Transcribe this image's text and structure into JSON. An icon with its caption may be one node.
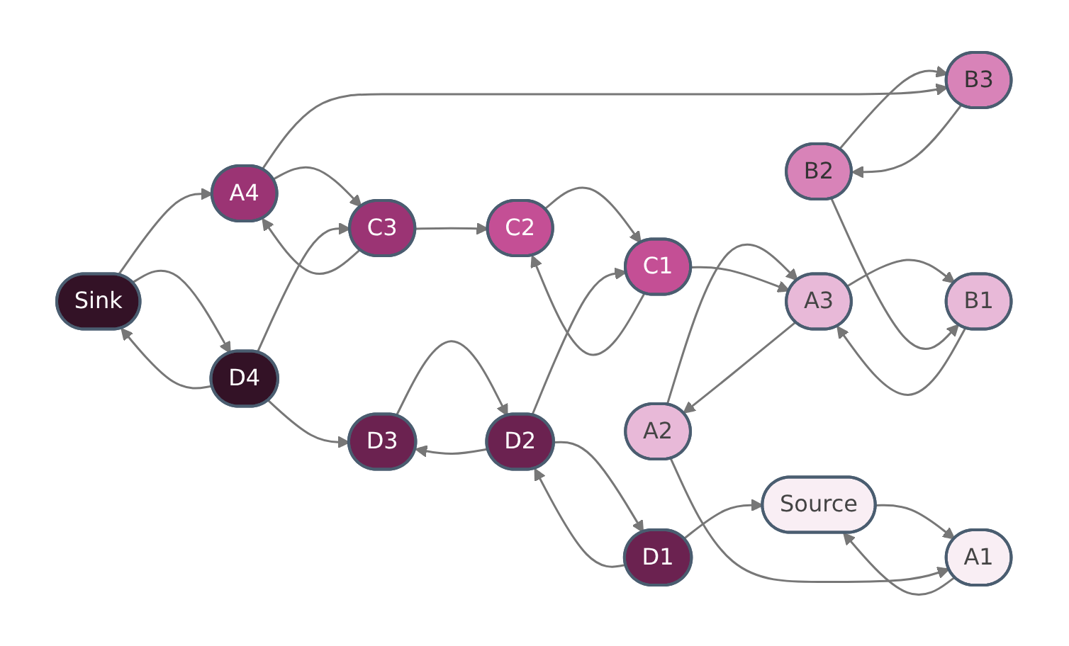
{
  "diagram": {
    "nodes": [
      {
        "text": [
          "Source"
        ]
      },
      {
        "text": [
          "A1"
        ]
      },
      {
        "text": [
          "A2"
        ]
      },
      {
        "text": [
          "A3"
        ]
      },
      {
        "text": [
          "B1"
        ]
      },
      {
        "text": [
          "B2"
        ]
      },
      {
        "text": [
          "B3"
        ]
      },
      {
        "text": [
          "A4"
        ]
      },
      {
        "text": [
          "C1"
        ]
      },
      {
        "text": [
          "C2"
        ]
      },
      {
        "text": [
          "C3"
        ]
      },
      {
        "text": [
          "Sink"
        ]
      },
      {
        "text": [
          "D1"
        ]
      },
      {
        "text": [
          "D2"
        ]
      },
      {
        "text": [
          "D3"
        ]
      },
      {
        "text": [
          "D4"
        ]
      }
    ],
    "edges": [
      {
        "from": 0,
        "to": 1,
        "arrow": "to"
      },
      {
        "from": 1,
        "to": 0,
        "arrow": "to"
      },
      {
        "from": 12,
        "to": 0,
        "arrow": "to"
      },
      {
        "from": 2,
        "to": 1,
        "arrow": "to"
      },
      {
        "from": 2,
        "to": 3,
        "arrow": "to"
      },
      {
        "from": 3,
        "to": 2,
        "arrow": "to"
      },
      {
        "from": 8,
        "to": 3,
        "arrow": "to"
      },
      {
        "from": 3,
        "to": 4,
        "arrow": "to"
      },
      {
        "from": 4,
        "to": 3,
        "arrow": "to"
      },
      {
        "from": 5,
        "to": 4,
        "arrow": "to"
      },
      {
        "from": 5,
        "to": 6,
        "arrow": "to"
      },
      {
        "from": 6,
        "to": 5,
        "arrow": "to"
      },
      {
        "from": 7,
        "to": 6,
        "arrow": "to"
      },
      {
        "from": 8,
        "to": 9,
        "arrow": "to"
      },
      {
        "from": 9,
        "to": 8,
        "arrow": "to"
      },
      {
        "from": 10,
        "to": 9,
        "arrow": "to"
      },
      {
        "from": 10,
        "to": 7,
        "arrow": "to"
      },
      {
        "from": 7,
        "to": 10,
        "arrow": "to"
      },
      {
        "from": 11,
        "to": 7,
        "arrow": "to"
      },
      {
        "from": 15,
        "to": 10,
        "arrow": "to"
      },
      {
        "from": 15,
        "to": 11,
        "arrow": "to"
      },
      {
        "from": 11,
        "to": 15,
        "arrow": "to"
      },
      {
        "from": 12,
        "to": 13,
        "arrow": "to"
      },
      {
        "from": 13,
        "to": 12,
        "arrow": "to"
      },
      {
        "from": 13,
        "to": 14,
        "arrow": "to"
      },
      {
        "from": 14,
        "to": 13,
        "arrow": "to"
      },
      {
        "from": 15,
        "to": 14,
        "arrow": "to"
      },
      {
        "from": 13,
        "to": 8,
        "arrow": "to"
      }
    ]
  }
}
